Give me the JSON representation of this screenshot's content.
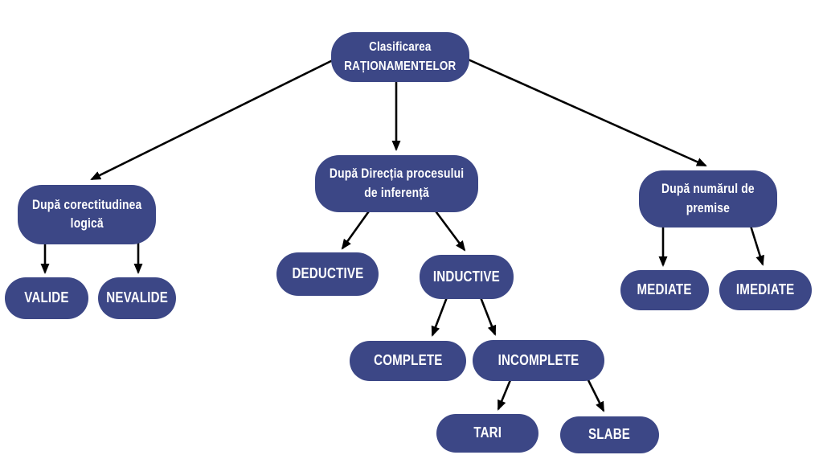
{
  "diagram": {
    "type": "tree-flowchart",
    "language": "Romanian",
    "colors": {
      "background": "#ffffff",
      "node_fill": "#3C4786",
      "node_text": "#ffffff",
      "arrow": "#000000"
    },
    "nodes": {
      "root": {
        "label": "Clasificarea\nRAȚIONAMENTELOR"
      },
      "correct": {
        "label": "După corectitudinea\nlogică"
      },
      "valide": {
        "label": "VALIDE"
      },
      "nevalide": {
        "label": "NEVALIDE"
      },
      "direction": {
        "label": "După Direcția procesului\nde inferență"
      },
      "deductive": {
        "label": "DEDUCTIVE"
      },
      "inductive": {
        "label": "INDUCTIVE"
      },
      "complete": {
        "label": "COMPLETE"
      },
      "incomplete": {
        "label": "INCOMPLETE"
      },
      "tari": {
        "label": "TARI"
      },
      "slabe": {
        "label": "SLABE"
      },
      "premises": {
        "label": "După numărul de\npremise"
      },
      "mediate": {
        "label": "MEDIATE"
      },
      "imediate": {
        "label": "IMEDIATE"
      }
    },
    "edges": [
      {
        "from": "root",
        "to": "correct"
      },
      {
        "from": "root",
        "to": "direction"
      },
      {
        "from": "root",
        "to": "premises"
      },
      {
        "from": "correct",
        "to": "valide"
      },
      {
        "from": "correct",
        "to": "nevalide"
      },
      {
        "from": "direction",
        "to": "deductive"
      },
      {
        "from": "direction",
        "to": "inductive"
      },
      {
        "from": "inductive",
        "to": "complete"
      },
      {
        "from": "inductive",
        "to": "incomplete"
      },
      {
        "from": "incomplete",
        "to": "tari"
      },
      {
        "from": "incomplete",
        "to": "slabe"
      },
      {
        "from": "premises",
        "to": "mediate"
      },
      {
        "from": "premises",
        "to": "imediate"
      }
    ]
  }
}
